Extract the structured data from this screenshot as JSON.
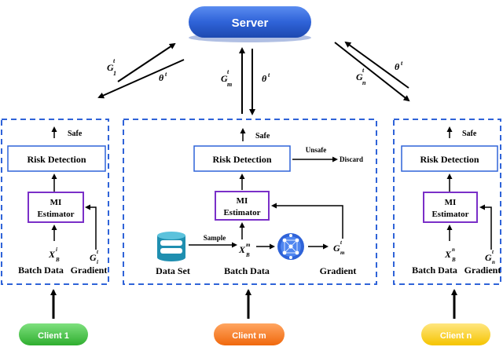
{
  "server": {
    "label": "Server",
    "color": "#2f63d8"
  },
  "math": {
    "G": "G",
    "theta": "θ",
    "t": "t",
    "sub_1": "1",
    "sub_m": "m",
    "sub_n": "n",
    "sub_i": "i",
    "X": "X",
    "B": "B"
  },
  "blocks": {
    "safe": "Safe",
    "risk_detection": "Risk Detection",
    "mi_line1": "MI",
    "mi_line2": "Estimator",
    "batch_data": "Batch Data",
    "gradient": "Gradient",
    "unsafe": "Unsafe",
    "discard": "Discard",
    "sample": "Sample",
    "data_set": "Data Set"
  },
  "clients": [
    {
      "label": "Client 1",
      "color": "#3cc43c"
    },
    {
      "label": "Client m",
      "color": "#ff7a1a"
    },
    {
      "label": "Client n",
      "color": "#ffd21a"
    }
  ],
  "colors": {
    "dashed_border": "#2f63d8",
    "box_border": "#2f63d8",
    "mi_border": "#7a2fc8"
  }
}
